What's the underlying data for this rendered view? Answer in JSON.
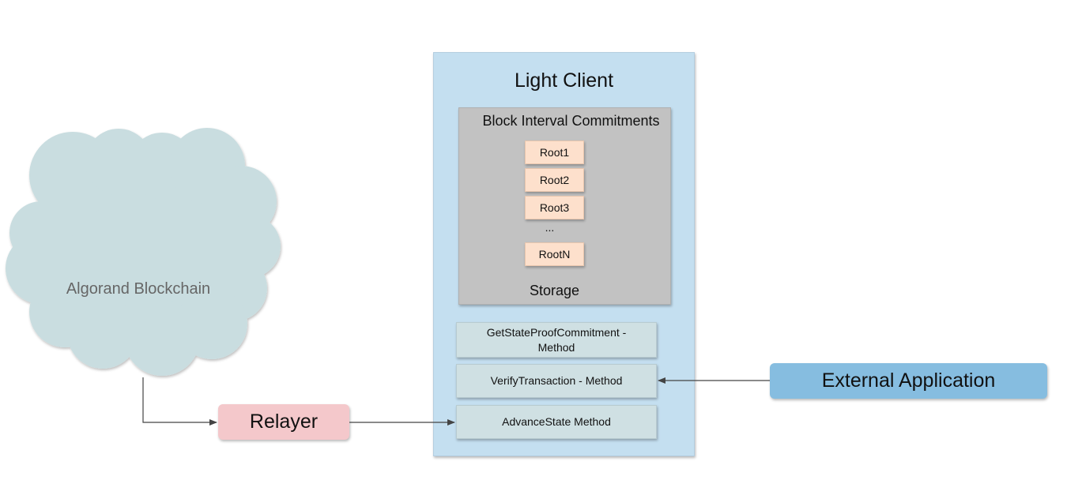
{
  "cloud": {
    "label": "Algorand Blockchain",
    "icon": "cloud-icon",
    "color": "#c9dde0"
  },
  "light_client": {
    "title": "Light Client",
    "color": "#c4dff0",
    "storage": {
      "heading": "Block Interval Commitments",
      "label": "Storage",
      "roots": [
        "Root1",
        "Root2",
        "Root3",
        "RootN"
      ],
      "ellipsis": "..."
    },
    "methods": {
      "get_state_proof": "GetStateProofCommitment - Method",
      "verify_transaction": "VerifyTransaction - Method",
      "advance_state": "AdvanceState Method"
    }
  },
  "relayer": {
    "label": "Relayer",
    "color": "#f4c8cb"
  },
  "external_app": {
    "label": "External Application",
    "color": "#86bde0"
  }
}
